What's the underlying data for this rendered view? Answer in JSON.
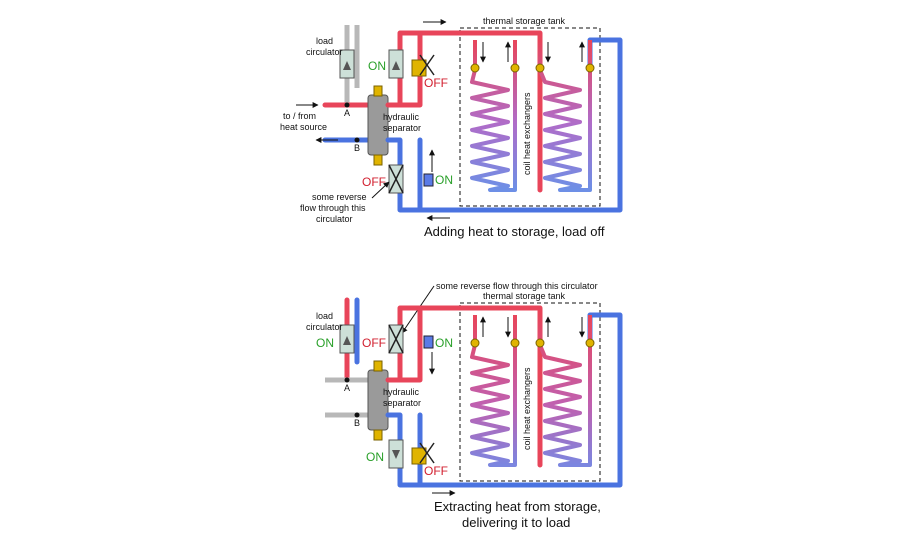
{
  "colors": {
    "hot": "#e8455a",
    "cold": "#4a73e0",
    "neutral": "#b8b8b8",
    "on": "#2aa02a",
    "off": "#d11f2f"
  },
  "top": {
    "tank_label": "thermal storage tank",
    "coil_label": "coil heat exchangers",
    "load_circulator": "load",
    "load_circulator_2": "circulator",
    "to_from": "to / from",
    "heat_source": "heat source",
    "node_a": "A",
    "node_b": "B",
    "separator_1": "hydraulic",
    "separator_2": "separator",
    "on_1": "ON",
    "off_1": "OFF",
    "off_2": "OFF",
    "on_2": "ON",
    "reverse_1": "some reverse",
    "reverse_2": "flow through this",
    "reverse_3": "circulator",
    "caption": "Adding heat to storage, load off"
  },
  "bottom": {
    "tank_label": "thermal storage tank",
    "coil_label": "coil heat exchangers",
    "reverse_note": "some reverse flow through this circulator",
    "load_circulator": "load",
    "load_circulator_2": "circulator",
    "node_a": "A",
    "node_b": "B",
    "separator_1": "hydraulic",
    "separator_2": "separator",
    "on_1": "ON",
    "off_1": "OFF",
    "on_2": "ON",
    "on_3": "ON",
    "off_2": "OFF",
    "caption_1": "Extracting heat from storage,",
    "caption_2": "delivering it to load"
  }
}
